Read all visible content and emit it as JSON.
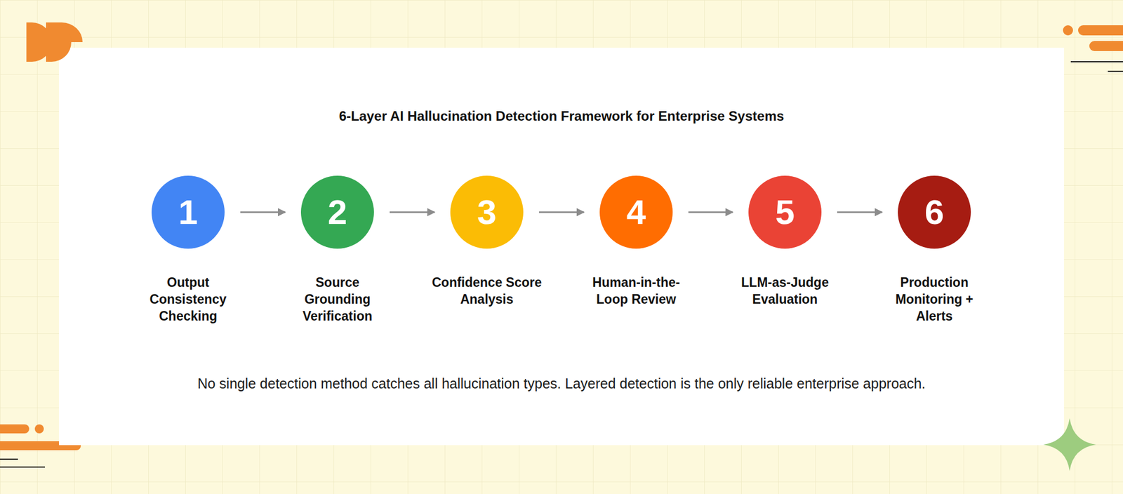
{
  "diagram": {
    "title": "6-Layer AI Hallucination Detection Framework for Enterprise Systems",
    "caption": "No single detection method catches all hallucination types. Layered detection is the only reliable enterprise approach.",
    "nodes": [
      {
        "text": [
          "1",
          "Output Consistency Checking"
        ]
      },
      {
        "text": [
          "2",
          "Source Grounding Verification"
        ]
      },
      {
        "text": [
          "3",
          "Confidence Score Analysis"
        ]
      },
      {
        "text": [
          "4",
          "Human-in-the-Loop Review"
        ]
      },
      {
        "text": [
          "5",
          "LLM-as-Judge Evaluation"
        ]
      },
      {
        "text": [
          "6",
          "Production Monitoring + Alerts"
        ]
      }
    ],
    "edges": [
      {
        "from": 0,
        "to": 1,
        "arrow": "to"
      },
      {
        "from": 1,
        "to": 2,
        "arrow": "to"
      },
      {
        "from": 2,
        "to": 3,
        "arrow": "to"
      },
      {
        "from": 3,
        "to": 4,
        "arrow": "to"
      },
      {
        "from": 4,
        "to": 5,
        "arrow": "to"
      }
    ]
  }
}
